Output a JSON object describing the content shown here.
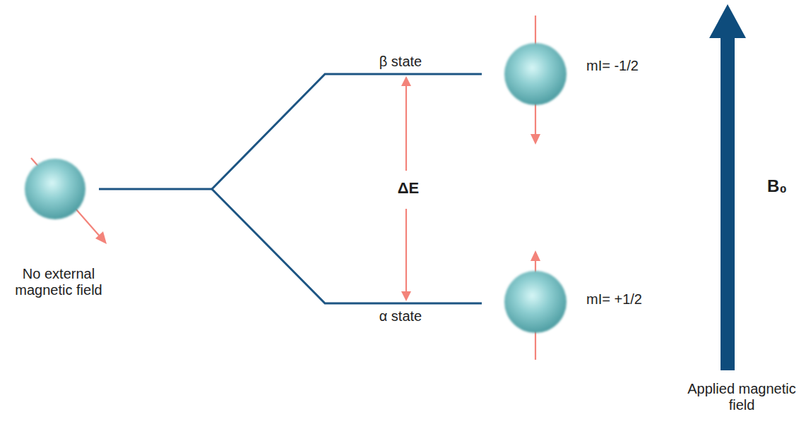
{
  "diagram": {
    "labels": [
      "No external magnetic field",
      "β state",
      "α state",
      "ΔE",
      "mI= -1/2",
      "mI= +1/2",
      "B₀",
      "Applied magnetic field"
    ]
  }
}
